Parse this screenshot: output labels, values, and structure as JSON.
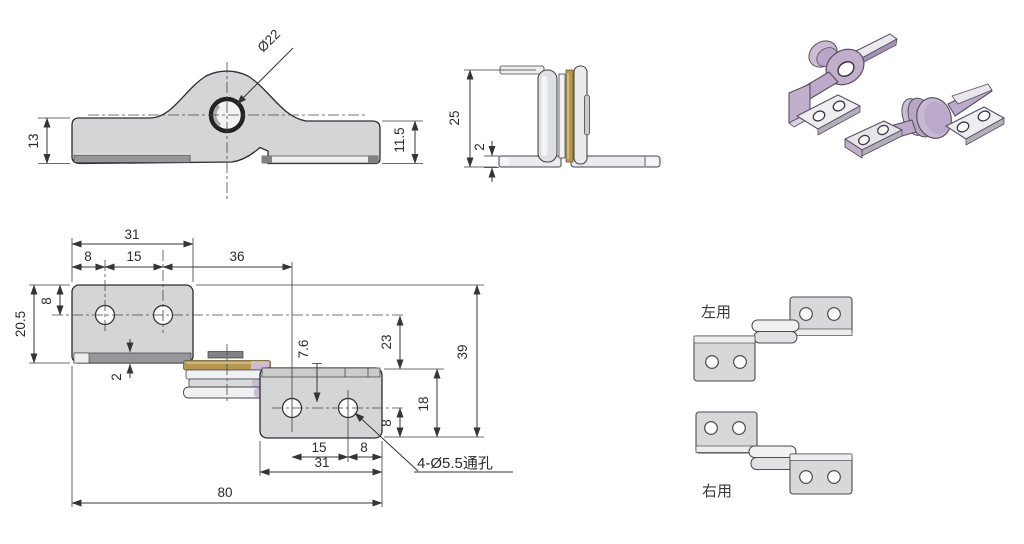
{
  "drawing": {
    "front_view": {
      "dims": {
        "height_left": "13",
        "height_right": "11.5",
        "boss_diameter": "Ø22"
      }
    },
    "side_view": {
      "dims": {
        "height": "25",
        "thickness": "2"
      }
    },
    "plan_view": {
      "dims": {
        "top_width": "31",
        "edge_to_hole": "8",
        "hole_pitch": "15",
        "hole_to_pivot": "36",
        "plate_height": "20.5",
        "top_edge_to_hole": "8",
        "plate_thickness": "2",
        "pivot_offset": "7.6",
        "hole_row_gap": "23",
        "total_height": "39",
        "lower_plate_height": "18",
        "hole_to_bottom": "8",
        "lower_hole_pitch": "15",
        "lower_edge_to_hole": "8",
        "lower_width": "31",
        "total_width": "80",
        "holes_note": "4-Ø5.5通孔"
      }
    },
    "orientation_views": {
      "left_label": "左用",
      "right_label": "右用"
    },
    "colors": {
      "part_fill": "#d3d5d7",
      "part_dark": "#95979a",
      "brass": "#b5974f",
      "purple": "#c0aecb",
      "purple_light": "#cbbcd5",
      "line": "#333537"
    }
  }
}
